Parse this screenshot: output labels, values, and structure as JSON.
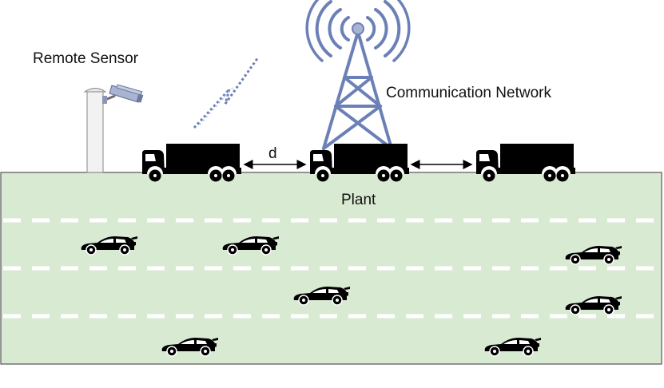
{
  "labels": {
    "remote_sensor": "Remote Sensor",
    "communication_network": "Communication Network",
    "distance": "d",
    "plant": "Plant"
  },
  "colors": {
    "road_fill": "#d9ead3",
    "road_border": "#555555",
    "lane_dash": "#ffffff",
    "tower": "#6b80b6",
    "signal": "#6b80b6",
    "pole": "#f2f2f2",
    "camera": "#a9b4d0",
    "vehicle": "#000000"
  },
  "icons": {
    "tower": "cell-tower-icon",
    "sensor": "camera-icon",
    "signal": "lightning-signal-icon",
    "truck": "truck-icon",
    "car": "car-icon"
  }
}
